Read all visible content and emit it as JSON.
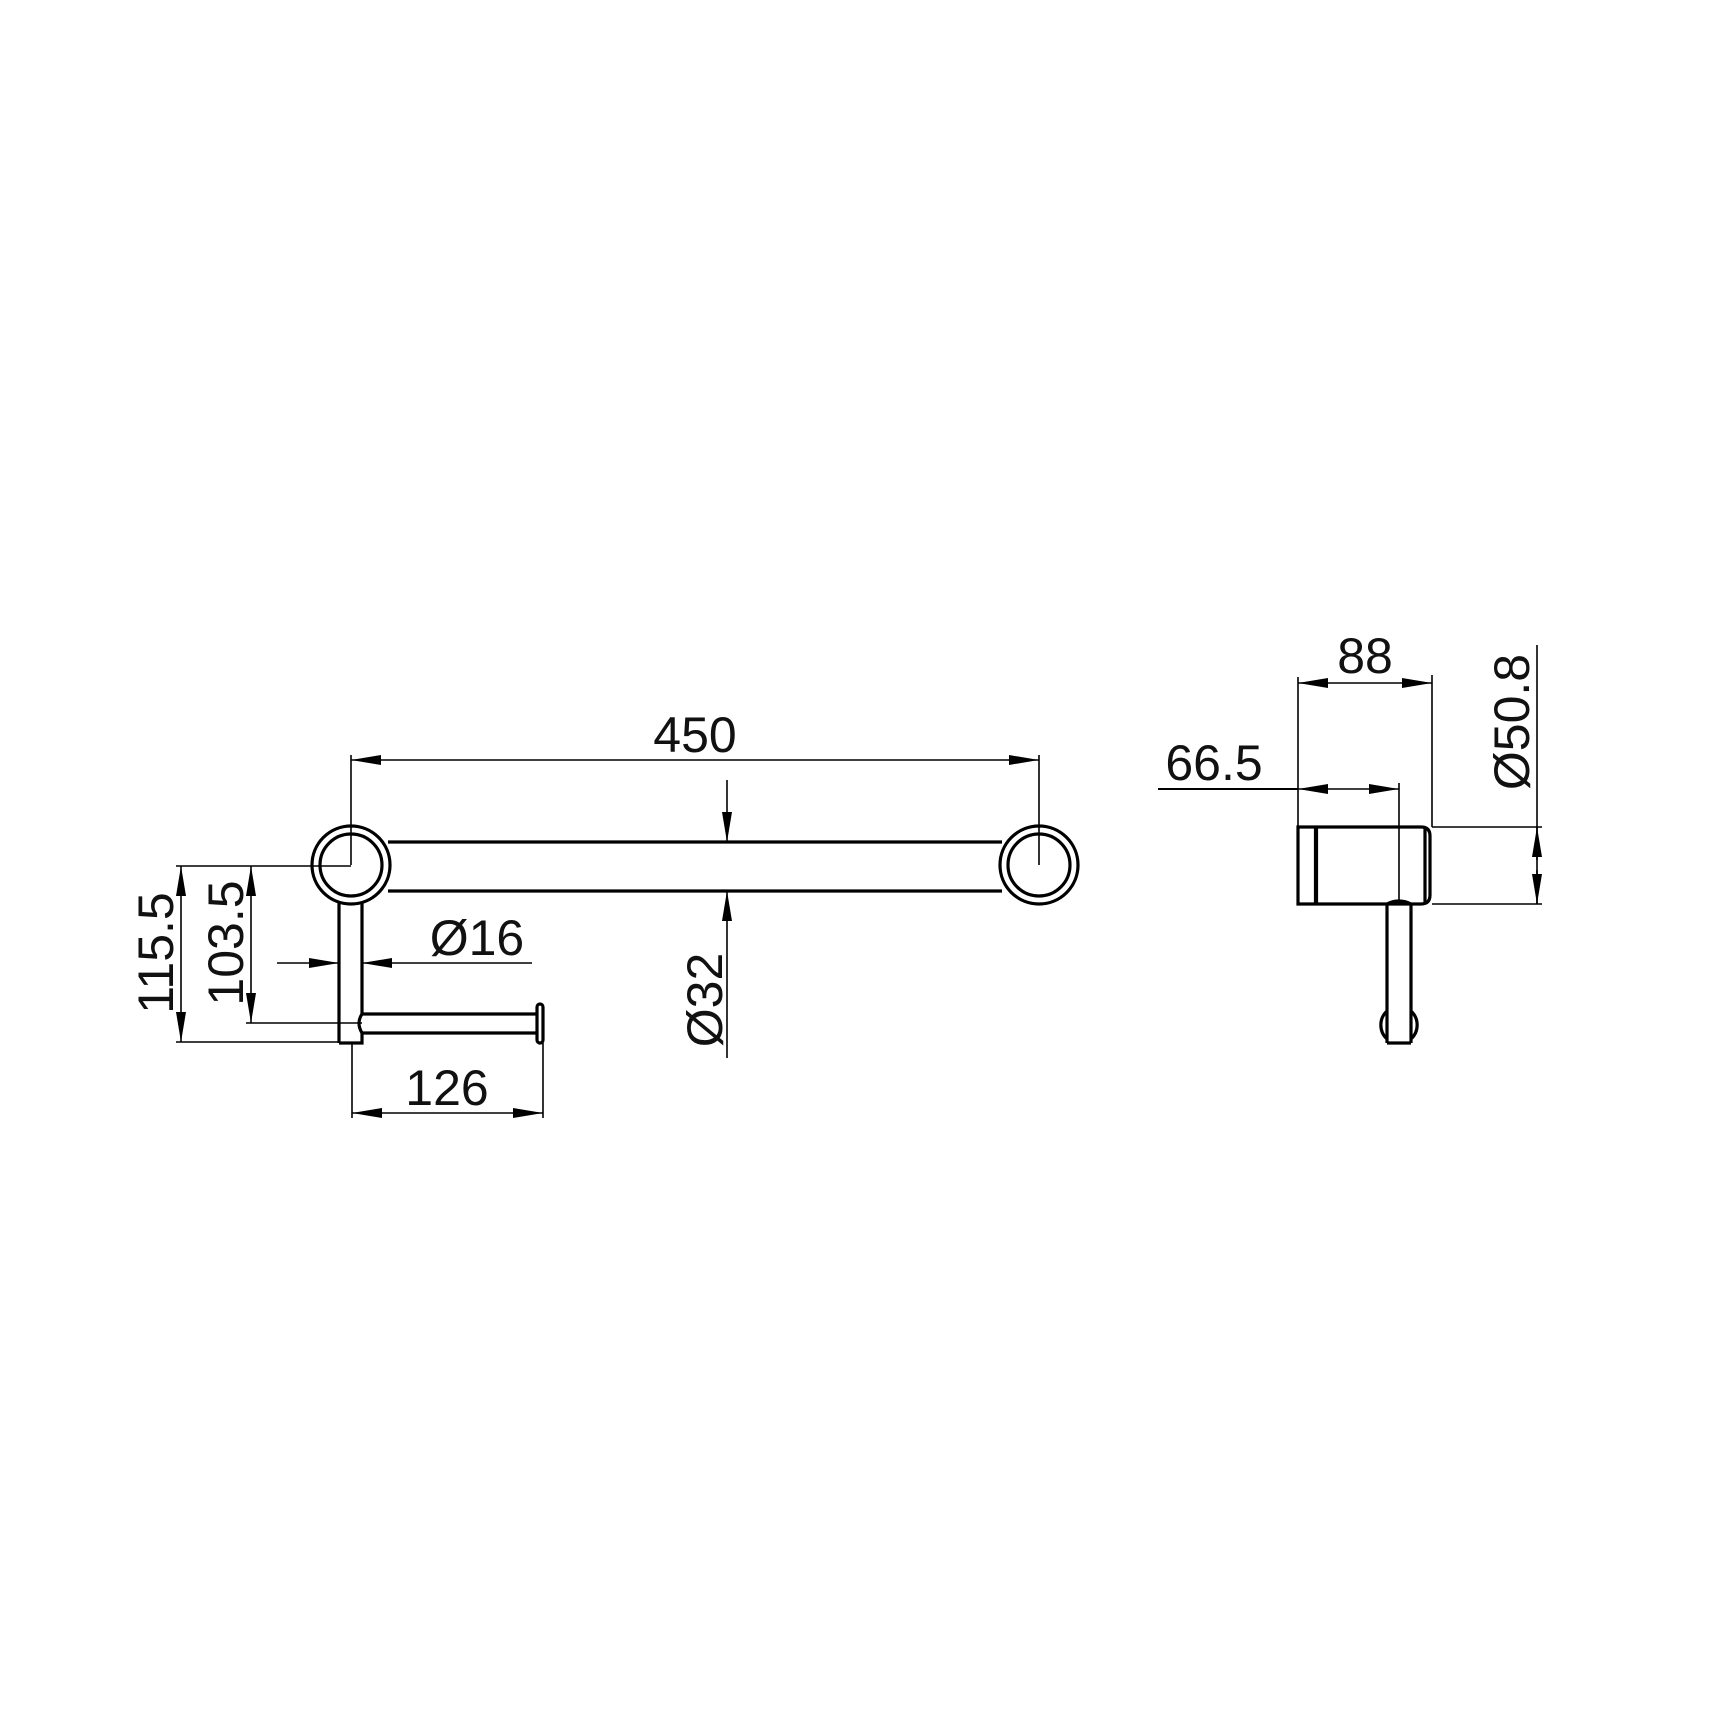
{
  "drawing": {
    "background": "#ffffff",
    "line_color": "#000000",
    "units": "mm",
    "views": {
      "top_view": {
        "dimensions": {
          "overall_length": "450",
          "bar_diameter": "Ø32",
          "stem_diameter": "Ø16",
          "height_outer": "115.5",
          "height_inner": "103.5",
          "rod_length": "126"
        }
      },
      "side_view": {
        "dimensions": {
          "depth_overall": "88",
          "depth_to_centre": "66.5",
          "flange_diameter": "Ø50.8"
        }
      }
    }
  }
}
